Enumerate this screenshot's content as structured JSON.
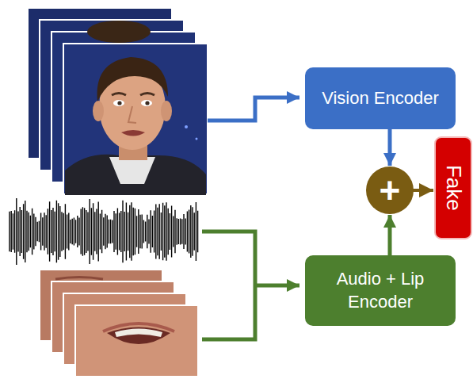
{
  "diagram": {
    "nodes": [
      {
        "text": [
          "Vision Encoder"
        ]
      },
      {
        "text": [
          "+"
        ]
      },
      {
        "text": [
          "Fake"
        ]
      },
      {
        "text": [
          "Audio + Lip Encoder"
        ]
      }
    ],
    "edges": [
      {
        "from": 0,
        "to": 1,
        "arrow": "to"
      },
      {
        "from": 3,
        "to": 1,
        "arrow": "to"
      },
      {
        "from": 1,
        "to": 2,
        "arrow": "to"
      }
    ]
  }
}
